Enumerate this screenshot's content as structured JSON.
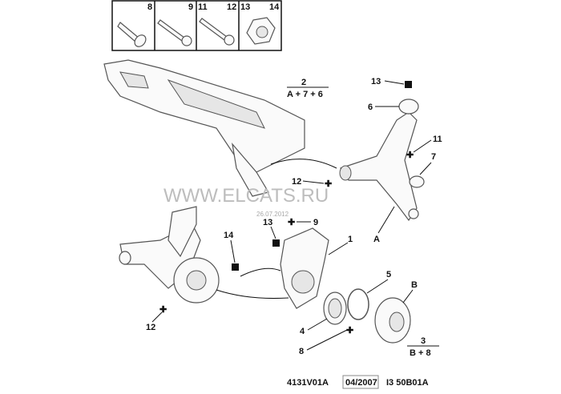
{
  "legend_boxes": [
    {
      "labels": [
        "8"
      ],
      "icon": "wheel-stud-icon"
    },
    {
      "labels": [
        "9"
      ],
      "icon": "flange-bolt-icon"
    },
    {
      "labels": [
        "11",
        "12"
      ],
      "icon": "long-flange-bolt-icon"
    },
    {
      "labels": [
        "13",
        "14"
      ],
      "icon": "lock-nut-icon"
    }
  ],
  "callouts": {
    "group2_num": "2",
    "group2_sub": "A + 7 + 6",
    "c13_top": "13",
    "c6": "6",
    "c11": "11",
    "c7": "7",
    "c12_mid": "12",
    "cA": "A",
    "c13_knuckle": "13",
    "c9": "9",
    "c14": "14",
    "c1": "1",
    "c5": "5",
    "cB": "B",
    "c4": "4",
    "c8": "8",
    "group3_num": "3",
    "group3_sub": "B + 8",
    "c12_left": "12"
  },
  "watermark": {
    "site": "WWW.ELCATS.RU",
    "date": "26.07.2012"
  },
  "footer": {
    "ref": "4131V01A",
    "date": "04/2007",
    "code": "I3 50B01A"
  }
}
